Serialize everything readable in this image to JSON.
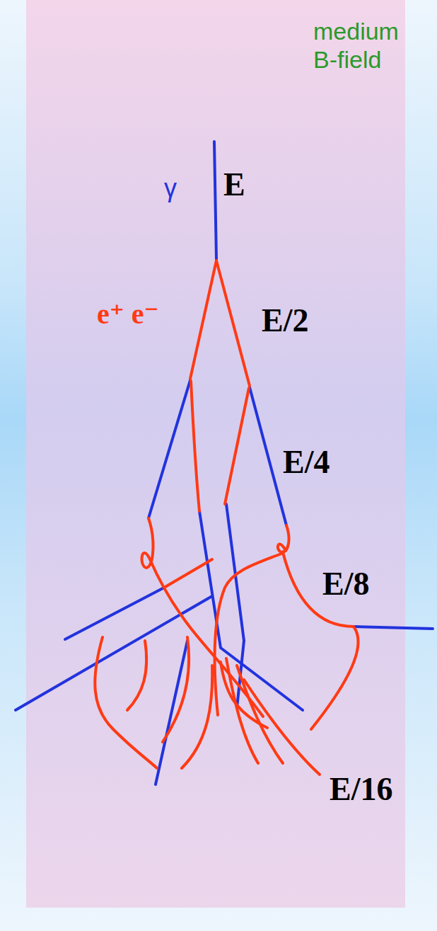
{
  "diagram": {
    "labels": [
      "medium",
      "B-field",
      "E",
      "γ",
      "e⁺ e⁻",
      "E/2",
      "E/4",
      "E/8",
      "E/16"
    ]
  }
}
